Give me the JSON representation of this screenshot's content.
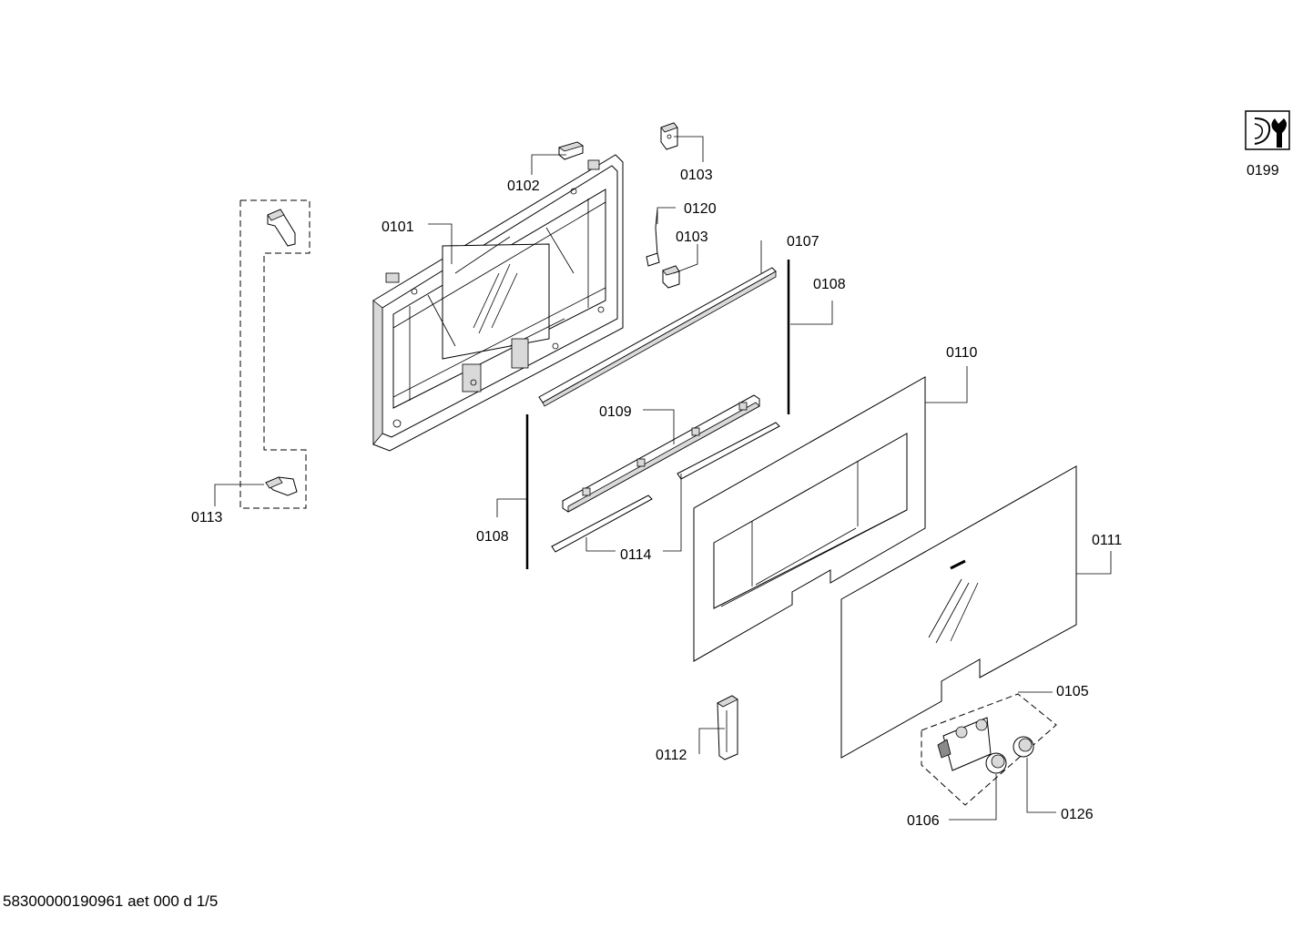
{
  "diagram": {
    "labels": [
      {
        "id": "0101",
        "text": "0101"
      },
      {
        "id": "0102",
        "text": "0102"
      },
      {
        "id": "0103a",
        "text": "0103"
      },
      {
        "id": "0120",
        "text": "0120"
      },
      {
        "id": "0103b",
        "text": "0103"
      },
      {
        "id": "0107",
        "text": "0107"
      },
      {
        "id": "0108a",
        "text": "0108"
      },
      {
        "id": "0110",
        "text": "0110"
      },
      {
        "id": "0109",
        "text": "0109"
      },
      {
        "id": "0108b",
        "text": "0108"
      },
      {
        "id": "0114",
        "text": "0114"
      },
      {
        "id": "0113",
        "text": "0113"
      },
      {
        "id": "0111",
        "text": "0111"
      },
      {
        "id": "0105",
        "text": "0105"
      },
      {
        "id": "0112",
        "text": "0112"
      },
      {
        "id": "0106",
        "text": "0106"
      },
      {
        "id": "0126",
        "text": "0126"
      },
      {
        "id": "0199",
        "text": "0199"
      }
    ],
    "icons": [
      "service-tool-icon"
    ]
  },
  "footer": {
    "code": "58300000190961 aet 000 d 1/5"
  }
}
